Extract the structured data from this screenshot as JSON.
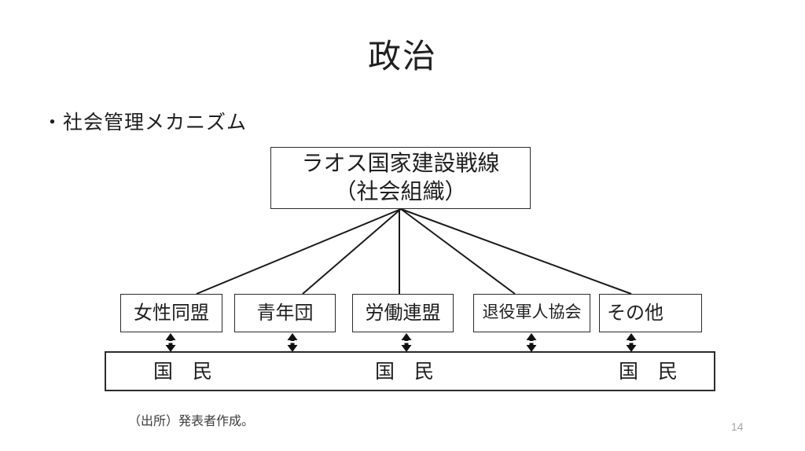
{
  "slide": {
    "title": "政治",
    "bullet": "・社会管理メカニズム",
    "source_note": "（出所）発表者作成。",
    "page_number": "14"
  },
  "diagram": {
    "root": {
      "line1": "ラオス国家建設戦線",
      "line2": "（社会組織）"
    },
    "orgs": [
      {
        "label": "女性同盟"
      },
      {
        "label": "青年団"
      },
      {
        "label": "労働連盟"
      },
      {
        "label": "退役軍人協会"
      },
      {
        "label": "その他"
      }
    ],
    "bottom": {
      "labels": [
        "国　民",
        "国　民",
        "国　民"
      ]
    }
  },
  "colors": {
    "line": "#1a1a1a",
    "box_border": "#2b2b2b",
    "text": "#1f1f1f",
    "page_number": "#a6a6a6"
  }
}
